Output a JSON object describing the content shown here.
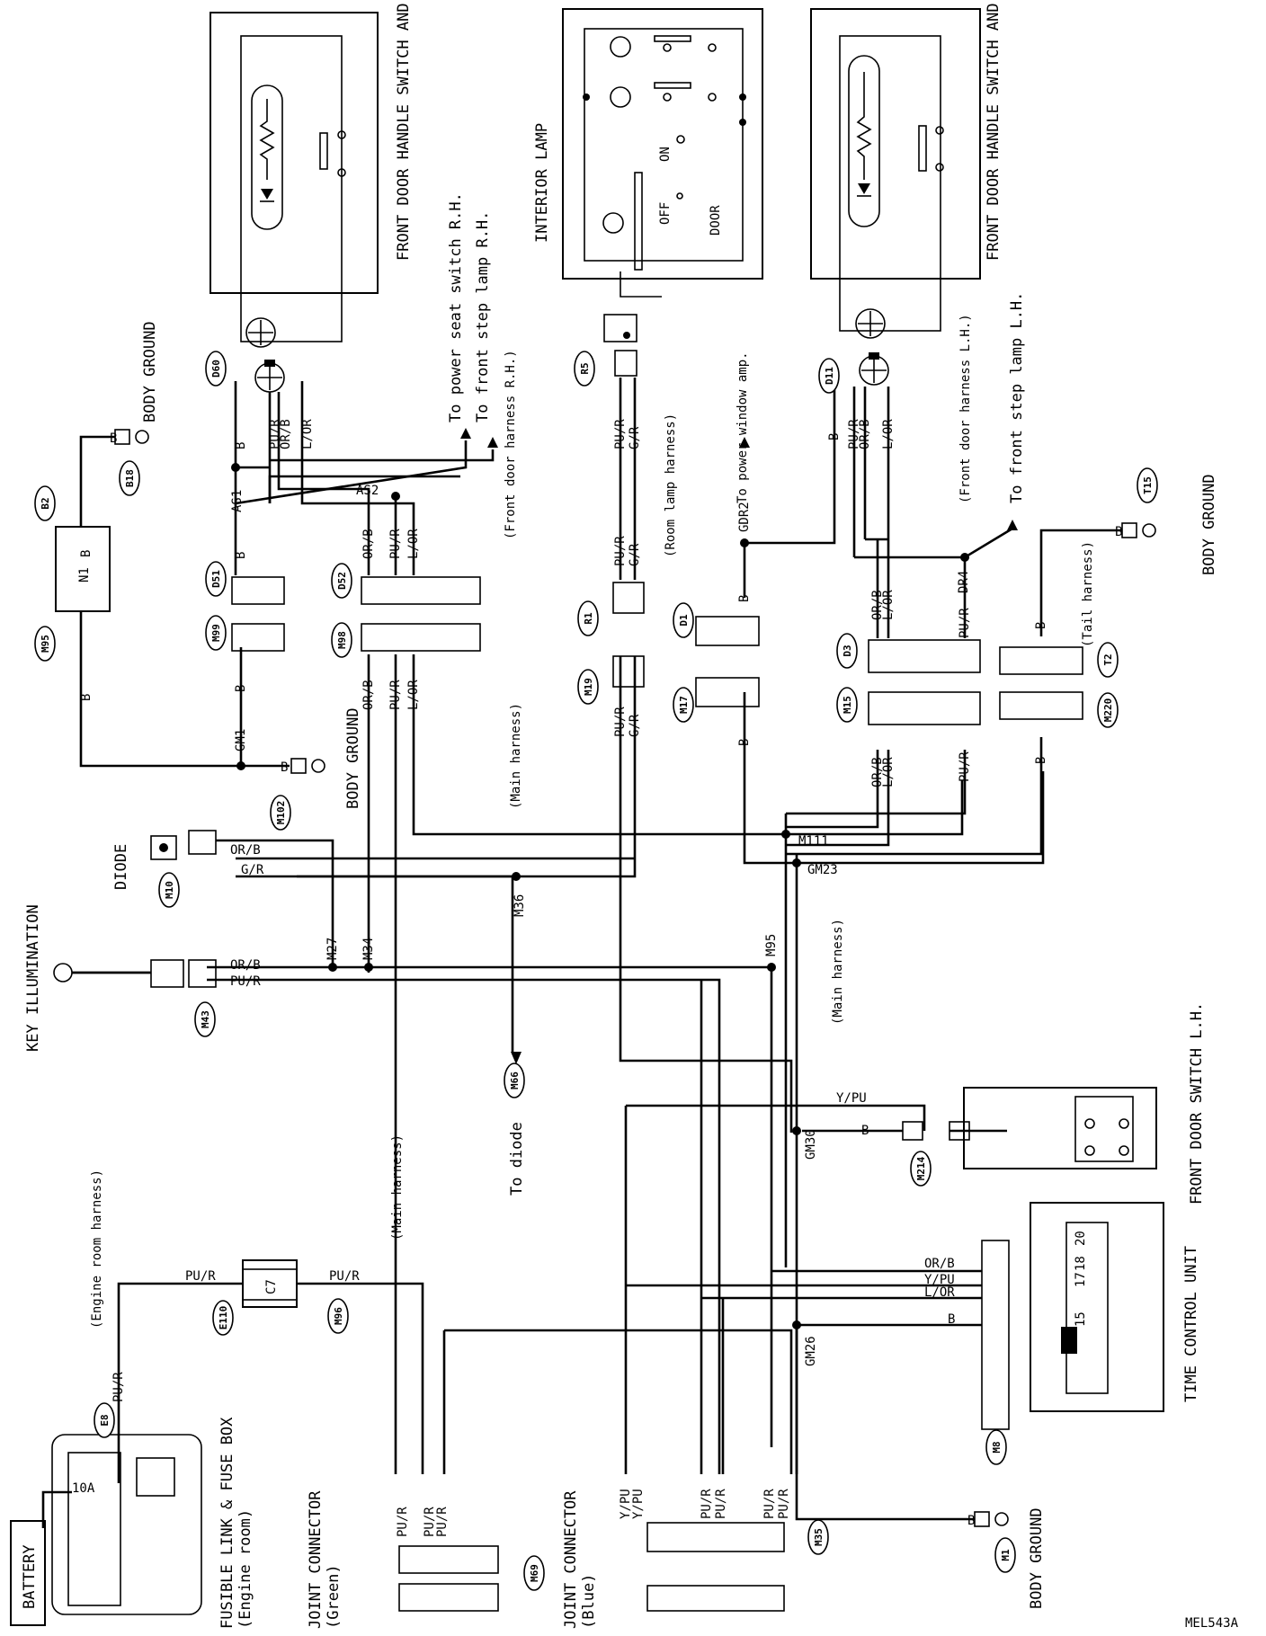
{
  "components": {
    "front_door_handle_rh": "FRONT DOOR HANDLE SWITCH AND KEY HOLE ILLUMINATION R.H.",
    "interior_lamp": "INTERIOR LAMP",
    "front_door_handle_lh": "FRONT DOOR HANDLE SWITCH AND KEY HOLE ILLUMINATION L.H.",
    "interior_lamp_on": "ON",
    "interior_lamp_off": "OFF",
    "interior_lamp_door": "DOOR",
    "key_illumination": "KEY ILLUMINATION",
    "diode": "DIODE",
    "front_door_switch_lh": "FRONT DOOR SWITCH L.H.",
    "time_control_unit": "TIME CONTROL UNIT",
    "battery": "BATTERY",
    "fusible_link": "FUSIBLE LINK & FUSE BOX",
    "fusible_link_sub": "(Engine room)",
    "fuse_value": "10A",
    "joint_green": "JOINT CONNECTOR",
    "joint_green_sub": "(Green)",
    "joint_blue": "JOINT CONNECTOR",
    "joint_blue_sub": "(Blue)",
    "n1": "N1",
    "c7": "C7"
  },
  "grounds": {
    "body_ground": "BODY GROUND"
  },
  "notes": {
    "to_power_seat": "To power seat switch R.H.",
    "to_front_step_rh": "To front step lamp R.H.",
    "front_door_harness_rh": "(Front door harness R.H.)",
    "room_lamp_harness": "(Room lamp harness)",
    "to_power_window": "To power window amp.",
    "front_door_harness_lh": "(Front door harness L.H.)",
    "to_front_step_lh": "To front step lamp L.H.",
    "tail_harness": "(Tail harness)",
    "main_harness": "(Main harness)",
    "to_diode": "To diode",
    "engine_room_harness": "(Engine room harness)"
  },
  "connectors": {
    "D60": "D60",
    "B18": "B18",
    "B2": "B2",
    "M95": "M95",
    "D51": "D51",
    "M99": "M99",
    "D52": "D52",
    "M98": "M98",
    "M102": "M102",
    "R5": "R5",
    "R1": "R1",
    "M19": "M19",
    "D1": "D1",
    "M17": "M17",
    "D11": "D11",
    "D3": "D3",
    "M15": "M15",
    "T15": "T15",
    "T2": "T2",
    "M220": "M220",
    "M10": "M10",
    "M43": "M43",
    "M66": "M66",
    "M214": "M214",
    "E8": "E8",
    "E110": "E110",
    "M96": "M96",
    "M69": "M69",
    "M35": "M35",
    "M8": "M8",
    "M1": "M1"
  },
  "junctions": {
    "AS1": "AS1",
    "AS2": "AS2",
    "GM1": "GM1",
    "GDR2": "GDR2",
    "DR4": "DR4",
    "M111": "M111",
    "GM23": "GM23",
    "M36": "M36",
    "M27": "M27",
    "M34": "M34",
    "M95j": "M95",
    "GM30": "GM30",
    "GM26": "GM26"
  },
  "wires": {
    "B": "B",
    "PU_R": "PU/R",
    "OR_B": "OR/B",
    "L_OR": "L/OR",
    "G_R": "G/R",
    "Y_PU": "Y/PU"
  },
  "tcu_pins": {
    "p15": "15",
    "p17": "17",
    "p18": "18",
    "p20": "20"
  },
  "code": "MEL543A"
}
